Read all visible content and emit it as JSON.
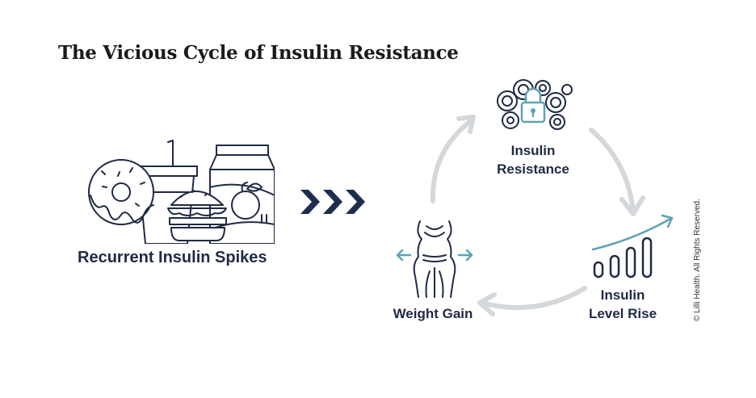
{
  "title": "The Vicious Cycle of Insulin Resistance",
  "source": {
    "label": "Recurrent Insulin Spikes",
    "icons": [
      "donut-icon",
      "cup-with-straw-icon",
      "burger-icon",
      "milk-carton-icon",
      "fruit-icon"
    ]
  },
  "arrow_icon": "triple-chevron-right-icon",
  "cycle": {
    "nodes": [
      {
        "line1": "Insulin",
        "line2": "Resistance",
        "icon": "locked-cells-icon"
      },
      {
        "line1": "Insulin",
        "line2": "Level Rise",
        "icon": "rising-bars-icon"
      },
      {
        "line1": "Weight Gain",
        "line2": "",
        "icon": "body-expanding-icon"
      }
    ]
  },
  "copyright": "© Lilli Health. All Rights Reserved.",
  "colors": {
    "navy": "#1f2a44",
    "accent_teal": "#5fa3b4",
    "cycle_arrow_gray": "#d4d8db",
    "chevron_navy": "#1c2d4f"
  }
}
